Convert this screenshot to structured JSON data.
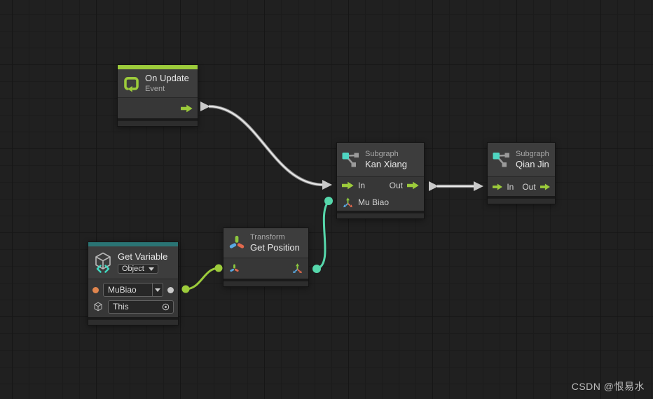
{
  "watermark": {
    "text": "CSDN @恨易水"
  },
  "colors": {
    "canvas_bg": "#202020",
    "grid_major": "#161616",
    "grid_minor": "#1b1b1b",
    "node_header": "#3d3d3d",
    "node_body": "#373737",
    "node_footer": "#2d2d2d",
    "text_title": "#e8e8e8",
    "text_sub": "#a8a8a8",
    "lime": "#9ccb3b",
    "teal_bar": "#2a7474",
    "teal_wire": "#56d7ab",
    "wire_white": "#e2e2e2",
    "orange_port": "#e0854e",
    "gray_port": "#c9c9c9",
    "icon_green": "#8cc63e",
    "icon_blue": "#59a9e2",
    "icon_orange": "#e2694d",
    "icon_teal": "#4fd6c2"
  },
  "nodes": {
    "on_update": {
      "title": "On Update",
      "subtitle": "Event"
    },
    "kan_xiang": {
      "subtitle": "Subgraph",
      "title": "Kan Xiang",
      "ports": {
        "in": "In",
        "out": "Out",
        "mu_biao": "Mu Biao"
      }
    },
    "qian_jin": {
      "subtitle": "Subgraph",
      "title": "Qian Jin",
      "ports": {
        "in": "In",
        "out": "Out"
      }
    },
    "get_position": {
      "subtitle": "Transform",
      "title": "Get Position"
    },
    "get_variable": {
      "title": "Get Variable",
      "scope_dropdown": "Object",
      "variable_dropdown": "MuBiao",
      "target_field": "This"
    }
  }
}
